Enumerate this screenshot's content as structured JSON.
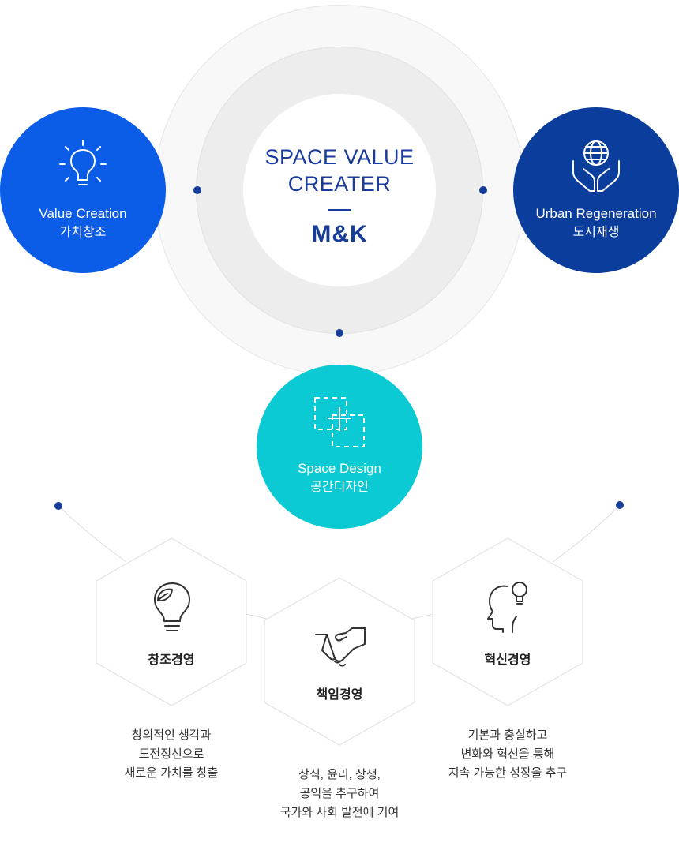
{
  "core": {
    "title_line1": "SPACE VALUE",
    "title_line2": "CREATER",
    "brand": "M&K"
  },
  "values": [
    {
      "label": "Value Creation",
      "sub": "가치창조",
      "icon": "lightbulb-icon",
      "color": "#0b5de8"
    },
    {
      "label": "Urban Regeneration",
      "sub": "도시재생",
      "icon": "globe-hands-icon",
      "color": "#0b3d9c"
    },
    {
      "label": "Space Design",
      "sub": "공간디자인",
      "icon": "dashed-squares-icon",
      "color": "#0ccad4"
    }
  ],
  "management": [
    {
      "title": "창조경영",
      "icon": "leaf-bulb-icon",
      "desc": [
        "창의적인 생각과",
        "도전정신으로",
        "새로운 가치를 창출"
      ]
    },
    {
      "title": "책임경영",
      "icon": "handshake-icon",
      "desc": [
        "상식, 윤리, 상생,",
        "공익을 추구하여",
        "국가와 사회 발전에 기여"
      ]
    },
    {
      "title": "혁신경영",
      "icon": "head-idea-icon",
      "desc": [
        "기본과 충실하고",
        "변화와 혁신을 통해",
        "지속 가능한 성장을 추구"
      ]
    }
  ]
}
